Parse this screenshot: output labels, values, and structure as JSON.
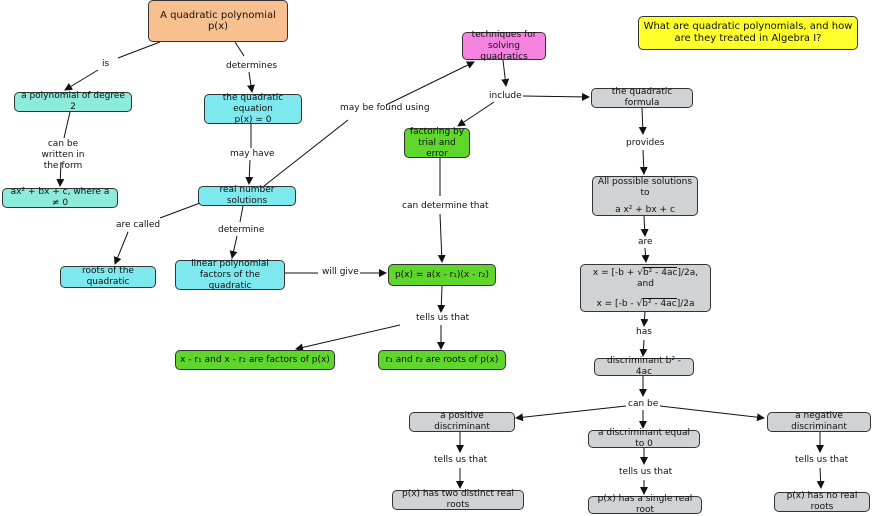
{
  "nodes": {
    "qp": "A quadratic polynomial p(x)",
    "question": "What are quadratic polynomials, and how are they treated in Algebra I?",
    "poly_deg2": "a polynomial of degree 2",
    "quad_eq_l1": "the quadratic equation",
    "quad_eq_l2": "p(x) = 0",
    "general_form": "ax² + bx + c, where a ≠ 0",
    "techniques": "techniques for solving quadratics",
    "factoring": "factoring by trial and error",
    "quad_formula": "the quadratic formula",
    "real_solutions": "real number solutions",
    "all_solutions_l1": "All possible solutions to",
    "all_solutions_l2": "a x² + bx + c",
    "roots": "roots of the quadratic",
    "linear_factors": "linear polynomial factors of the quadratic",
    "p_factored": "p(x) = a(x - r₁)(x - r₂)",
    "formula_1a": "x = [-b + √",
    "formula_1b": "b² - 4ac",
    "formula_1c": "]/2a, and",
    "formula_2a": "x = [-b - √",
    "formula_2b": "b² - 4ac",
    "formula_2c": "]/2a",
    "factors_of_p": "x - r₁ and x - r₂ are factors of p(x)",
    "roots_of_p": "r₁ and r₂ are roots of p(x)",
    "discriminant": "discriminant b² - 4ac",
    "pos_disc": "a positive discriminant",
    "zero_disc": "a discriminant equal to 0",
    "neg_disc": "a negative discriminant",
    "two_roots": "p(x) has two distinct real roots",
    "single_root": "p(x) has a single real root",
    "no_roots": "p(x) has no real roots"
  },
  "links": {
    "is": "is",
    "determines": "determines",
    "can_be_written": "can be written in the form",
    "may_have": "may have",
    "may_be_found": "may be found using",
    "include": "include",
    "provides": "provides",
    "are_called": "are called",
    "determine": "determine",
    "can_determine": "can determine that",
    "are": "are",
    "will_give": "will give",
    "tells_us_that_1": "tells us that",
    "has": "has",
    "can_be": "can be",
    "tells_us_that_2": "tells us that",
    "tells_us_that_3": "tells us that",
    "tells_us_that_4": "tells us that"
  },
  "colors": {
    "root_concept": "#f9c08f",
    "question": "#ffff2b",
    "cyan": "#7ee8ef",
    "teal": "#8cebd9",
    "pink": "#f682e0",
    "green": "#5ed62a",
    "gray": "#cfd3d6"
  }
}
